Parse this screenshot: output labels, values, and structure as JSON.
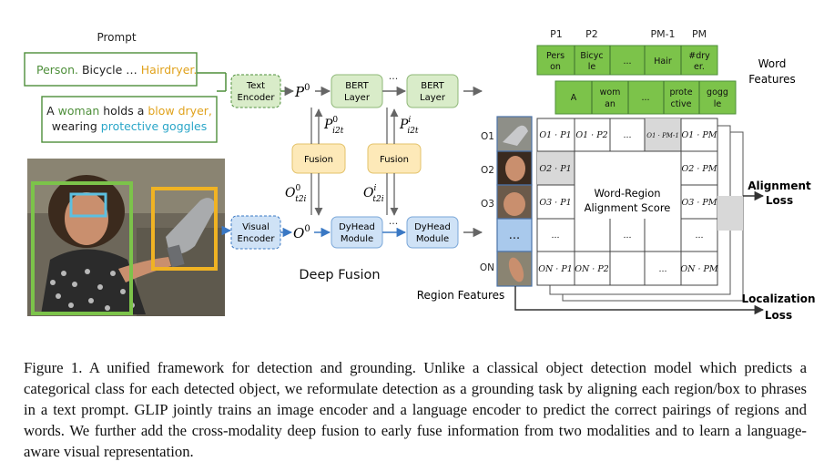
{
  "prompt": {
    "label": "Prompt",
    "box1": {
      "w1": "Person.",
      "w2": " Bicycle … ",
      "w3": "Hairdryer."
    },
    "box2": {
      "l1a": "A ",
      "l1b": "woman",
      "l1c": " holds a ",
      "l1d": "blow dryer,",
      "l2a": "wearing ",
      "l2b": "protective goggles"
    }
  },
  "encoders": {
    "text_l1": "Text",
    "text_l2": "Encoder",
    "visual_l1": "Visual",
    "visual_l2": "Encoder"
  },
  "fusion": {
    "p0": "P",
    "p0_sup": "0",
    "o0": "O",
    "o0_sup": "0",
    "bert_l1": "BERT",
    "bert_l2": "Layer",
    "dyhead_l1": "DyHead",
    "dyhead_l2": "Module",
    "fusion_label": "Fusion",
    "p_i2t_a": "P",
    "p_i2t_a_sup": "0",
    "p_i2t_a_sub": "i2t",
    "p_i2t_b": "P",
    "p_i2t_b_sup": "i",
    "p_i2t_b_sub": "i2t",
    "o_t2i_a": "O",
    "o_t2i_a_sup": "0",
    "o_t2i_a_sub": "t2i",
    "o_t2i_b": "O",
    "o_t2i_b_sup": "i",
    "o_t2i_b_sub": "t2i",
    "dots": "···",
    "title": "Deep Fusion"
  },
  "word_features": {
    "headers": [
      "P1",
      "P2",
      "PM-1",
      "PM"
    ],
    "row1": [
      [
        "Pers",
        "on"
      ],
      [
        "Bicyc",
        "le"
      ],
      [
        "..."
      ],
      [
        "Hair"
      ],
      [
        "#dry",
        "er."
      ]
    ],
    "row2": [
      [
        "A"
      ],
      [
        "wom",
        "an"
      ],
      [
        "..."
      ],
      [
        "prote",
        "ctive"
      ],
      [
        "gogg",
        "le"
      ]
    ],
    "label_l1": "Word",
    "label_l2": "Features"
  },
  "regions": {
    "labels": [
      "O1",
      "O2",
      "O3",
      "ON"
    ],
    "dots": "...",
    "label": "Region Features"
  },
  "matrix": {
    "row1": [
      "O1 · P1",
      "O1 · P2",
      "...",
      "O1 · PM-1",
      "O1 · PM"
    ],
    "row2": [
      "O2 · P1",
      "O2 · PM"
    ],
    "row3": [
      "O3 · P1",
      "O3 · PM"
    ],
    "row4": [
      "...",
      "...",
      "..."
    ],
    "row5": [
      "ON · P1",
      "ON · P2",
      "...",
      "ON · PM"
    ],
    "center_l1": "Word-Region",
    "center_l2": "Alignment Score"
  },
  "losses": {
    "align_l1": "Alignment",
    "align_l2": "Loss",
    "loc_l1": "Localization",
    "loc_l2": "Loss"
  },
  "colors": {
    "person": "#4e8f3a",
    "hairdryer": "#e0a21c",
    "goggles": "#2aa6c8",
    "green_fill": "#d9ecc9",
    "yellow_fill": "#fde9b8",
    "blue_fill": "#cfe2f6"
  },
  "caption": "Figure 1.  A unified framework for detection and grounding.  Unlike a classical object detection model which predicts a categorical class for each detected object, we reformulate detection as a grounding task by aligning each region/box to phrases in a text prompt.  GLIP jointly trains an image encoder and a language encoder to predict the correct pairings of regions and words.  We further add the cross-modality deep fusion to early fuse information from two modalities and to learn a language-aware visual representation."
}
